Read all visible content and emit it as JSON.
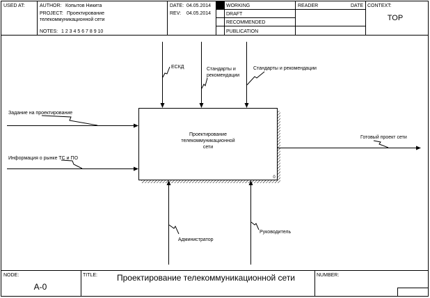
{
  "header": {
    "used_at_label": "USED AT:",
    "author_label": "AUTHOR:",
    "author_value": "Копытов Никита",
    "project_label": "PROJECT:",
    "project_line1": "Проектирование",
    "project_line2": "телекоммуникационной сети",
    "notes_label": "NOTES:",
    "notes_value": "1  2  3  4  5  6  7  8  9  10",
    "date_label": "DATE:",
    "date_value": "04.05.2014",
    "rev_label": "REV:",
    "rev_value": "04.05.2014",
    "status": [
      "WORKING",
      "DRAFT",
      "RECOMMENDED",
      "PUBLICATION"
    ],
    "active_status": "WORKING",
    "reader_label": "READER",
    "reader_date_label": "DATE",
    "context_label": "CONTEXT:",
    "context_value": "TOP"
  },
  "diagram": {
    "activity_line1": "Проектирование",
    "activity_line2": "телекоммуникационной",
    "activity_line3": "сети",
    "activity_number": "0",
    "inputs": [
      "Задание на проектирование",
      "Информация о рынке ТС и ПО"
    ],
    "controls": {
      "esk": "ЕСКД",
      "std1_line1": "Стандарты и",
      "std1_line2": "рекомендации",
      "std2": "Стандарты и рекомендации"
    },
    "output": "Готовый проект сети",
    "mechanisms": [
      "Администратор",
      "Руководитель"
    ]
  },
  "footer": {
    "node_label": "NODE:",
    "node_value": "A-0",
    "title_label": "TITLE:",
    "title_value": "Проектирование  телекоммуникационной сети",
    "number_label": "NUMBER:"
  }
}
